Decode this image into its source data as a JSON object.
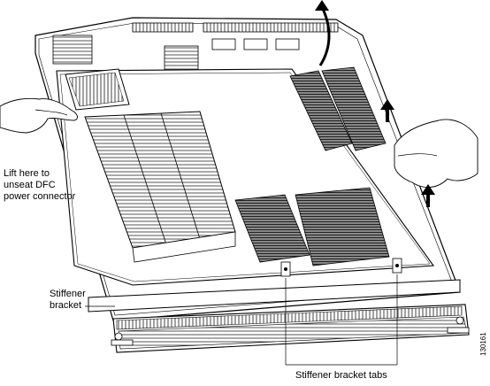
{
  "callouts": {
    "lift_line1": "Lift here to",
    "lift_line2": "unseat DFC",
    "lift_line3": "power connector",
    "stiffener_line1": "Stiffener",
    "stiffener_line2": "bracket",
    "tabs": "Stiffener bracket tabs"
  },
  "figure_number": "130161",
  "colors": {
    "line": "#000000",
    "fill": "#ffffff",
    "shade": "#9a9a9a",
    "dark": "#2b2b2b"
  }
}
